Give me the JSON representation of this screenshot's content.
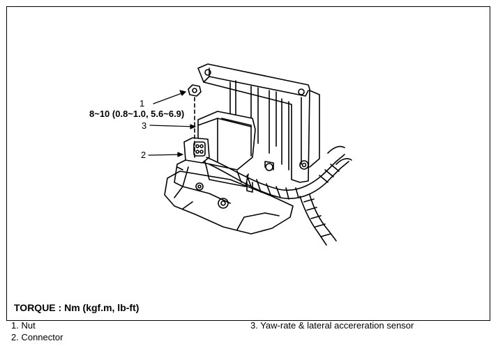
{
  "callouts": {
    "nut_number": "1",
    "torque_spec": "8~10 (0.8~1.0, 5.6~6.9)",
    "sensor_number": "3",
    "connector_number": "2"
  },
  "torque_label": "TORQUE : Nm (kgf.m, lb-ft)",
  "legend": {
    "item1": "1.  Nut",
    "item2": "2.  Connector",
    "item3": "3.  Yaw-rate & lateral accereration sensor"
  },
  "colors": {
    "line": "#000000",
    "background": "#ffffff"
  }
}
